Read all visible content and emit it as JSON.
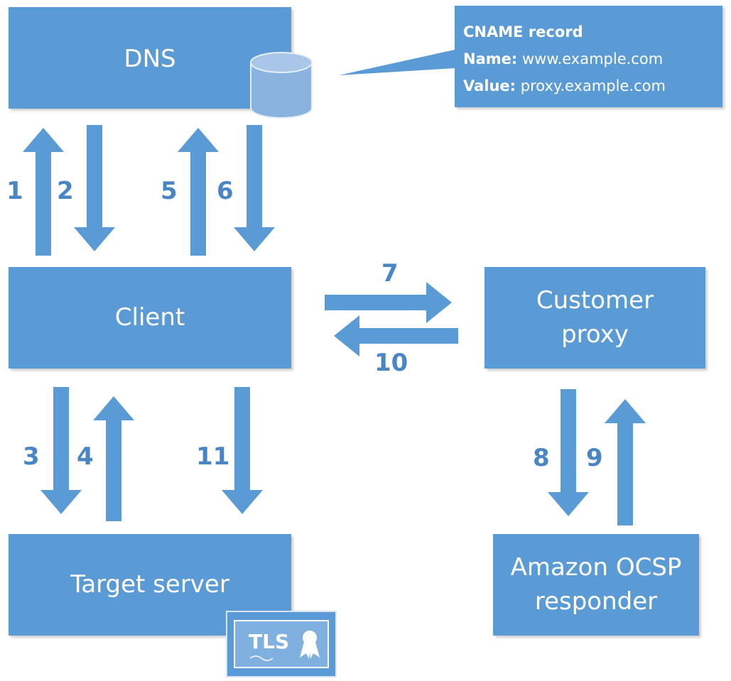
{
  "nodes": {
    "dns": "DNS",
    "client": "Client",
    "customer_proxy": "Customer\nproxy",
    "target_server": "Target server",
    "ocsp_responder": "Amazon OCSP\nresponder"
  },
  "callout": {
    "title": "CNAME record",
    "name_label": "Name:",
    "name_value": "www.example.com",
    "value_label": "Value:",
    "value_value": "proxy.example.com"
  },
  "certificate": {
    "label": "TLS",
    "icon": "certificate-ribbon-icon"
  },
  "steps": [
    "1",
    "2",
    "3",
    "4",
    "5",
    "6",
    "7",
    "8",
    "9",
    "10",
    "11"
  ],
  "colors": {
    "box": "#5b9bd5",
    "arrow": "#5b9bd5",
    "step_number": "#4a86c5",
    "text": "#ffffff"
  }
}
